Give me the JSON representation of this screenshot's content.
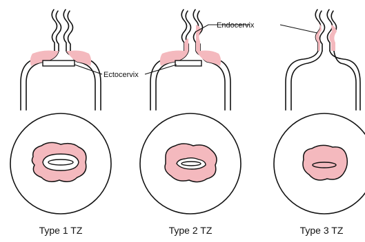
{
  "labels": {
    "endocervix": "Endocervix",
    "ectocervix": "Ectocervix"
  },
  "panels": [
    {
      "caption": "Type 1 TZ"
    },
    {
      "caption": "Type 2 TZ"
    },
    {
      "caption": "Type 3 TZ"
    }
  ],
  "colors": {
    "transformation_zone": "#f4b9be",
    "outline": "#111111",
    "background": "#ffffff"
  }
}
